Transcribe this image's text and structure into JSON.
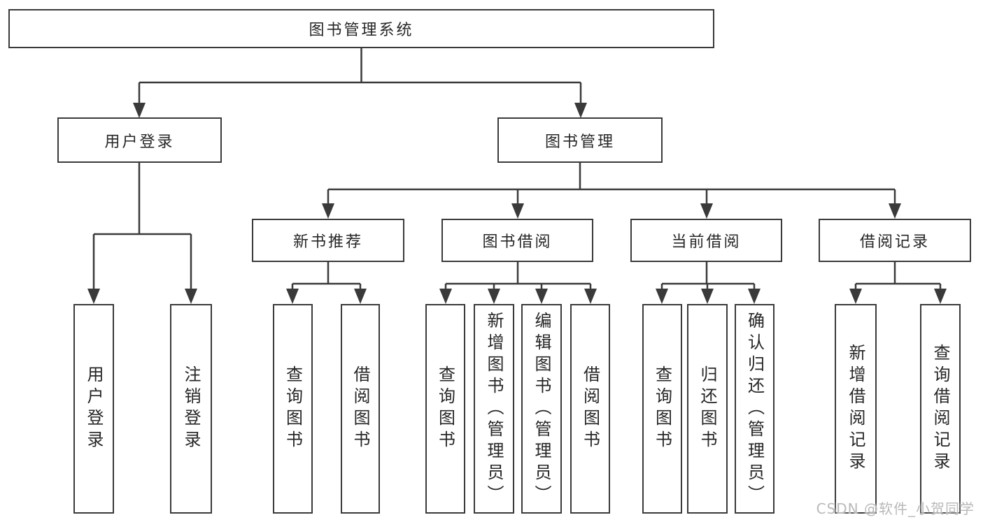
{
  "tree": {
    "root": {
      "label": "图书管理系统"
    },
    "branches": [
      {
        "label": "用户登录",
        "children": [
          {
            "label": "用户登录"
          },
          {
            "label": "注销登录"
          }
        ]
      },
      {
        "label": "图书管理",
        "sections": [
          {
            "label": "新书推荐",
            "children": [
              {
                "label": "查询图书"
              },
              {
                "label": "借阅图书"
              }
            ]
          },
          {
            "label": "图书借阅",
            "children": [
              {
                "label": "查询图书"
              },
              {
                "label": "新增图书（管理员）"
              },
              {
                "label": "编辑图书（管理员）"
              },
              {
                "label": "借阅图书"
              }
            ]
          },
          {
            "label": "当前借阅",
            "children": [
              {
                "label": "查询图书"
              },
              {
                "label": "归还图书"
              },
              {
                "label": "确认归还（管理员）"
              }
            ]
          },
          {
            "label": "借阅记录",
            "children": [
              {
                "label": "新增借阅记录"
              },
              {
                "label": "查询借阅记录"
              }
            ]
          }
        ]
      }
    ]
  },
  "watermark": {
    "text": "CSDN @软件_小贺同学",
    "color": "#b9b9b9"
  },
  "colors": {
    "line": "#3a3a3a",
    "text": "#262626",
    "background": "#ffffff"
  }
}
